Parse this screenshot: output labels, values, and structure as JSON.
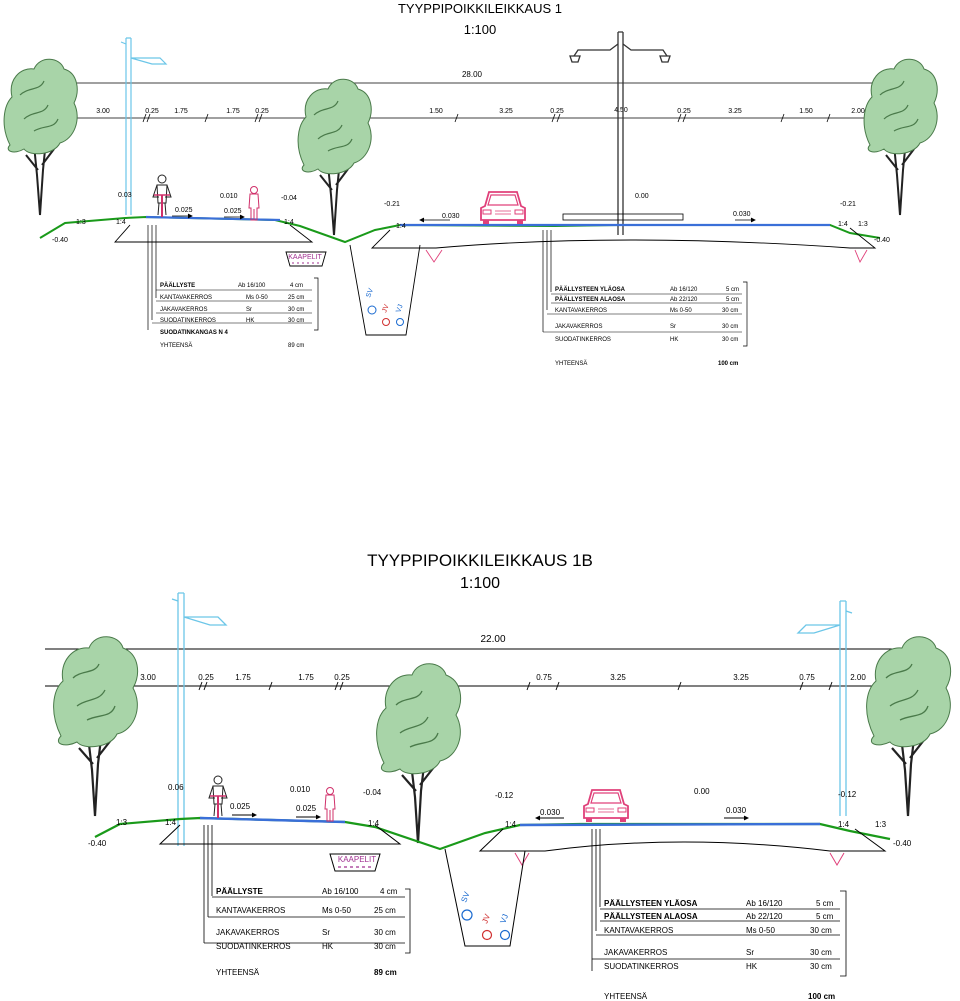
{
  "section1": {
    "title": "TYYPPIPOIKKILEIKKAUS 1",
    "scale": "1:100",
    "total_width": "28.00",
    "segments": [
      "3.00",
      "0.25",
      "1.75",
      "1.75",
      "0.25",
      "1.50",
      "3.25",
      "0.25",
      "4.50",
      "0.25",
      "3.25",
      "1.50",
      "2.00"
    ],
    "levels": {
      "path_left": "0.03",
      "path_mid": "0.010",
      "path_right": "-0.04",
      "road_left": "-0.21",
      "road_center": "0.00",
      "road_right": "-0.21",
      "edge_left": "-0.40",
      "edge_right": "-0.40"
    },
    "slopes": {
      "path_a": "0.025",
      "path_b": "0.025",
      "road_a": "0.030",
      "road_b": "0.030",
      "s13_left": "1:3",
      "s14_a": "1:4",
      "s14_b": "1:4",
      "s14_c": "1:4",
      "s14_d": "1:4",
      "s13_right": "1:3"
    },
    "cables": "KAAPELIT",
    "pipes": [
      "SV",
      "JV",
      "VJ"
    ],
    "path_layers": [
      {
        "name": "PÄÄLLYSTE",
        "material": "Ab 16/100",
        "thickness": "4 cm"
      },
      {
        "name": "KANTAVAKERROS",
        "material": "Ms   0-50",
        "thickness": "25 cm"
      },
      {
        "name": "JAKAVAKERROS",
        "material": "Sr",
        "thickness": "30 cm"
      },
      {
        "name": "SUODATINKERROS",
        "material": "HK",
        "thickness": "30 cm"
      },
      {
        "name": "SUODATINKANGAS N 4",
        "material": "",
        "thickness": ""
      }
    ],
    "path_total": {
      "name": "YHTEENSÄ",
      "thickness": "89 cm"
    },
    "road_layers": [
      {
        "name": "PÄÄLLYSTEEN YLÄOSA",
        "material": "Ab 16/120",
        "thickness": "5 cm"
      },
      {
        "name": "PÄÄLLYSTEEN ALAOSA",
        "material": "Ab 22/120",
        "thickness": "5 cm"
      },
      {
        "name": "KANTAVAKERROS",
        "material": "Ms 0-50",
        "thickness": "30 cm"
      },
      {
        "name": "JAKAVAKERROS",
        "material": "Sr",
        "thickness": "30 cm"
      },
      {
        "name": "SUODATINKERROS",
        "material": "HK",
        "thickness": "30 cm"
      }
    ],
    "road_total": {
      "name": "YHTEENSÄ",
      "thickness": "100 cm"
    }
  },
  "section2": {
    "title": "TYYPPIPOIKKILEIKKAUS 1B",
    "scale": "1:100",
    "total_width": "22.00",
    "segments": [
      "3.00",
      "0.25",
      "1.75",
      "1.75",
      "0.25",
      "0.75",
      "3.25",
      "3.25",
      "0.75",
      "2.00"
    ],
    "levels": {
      "path_left": "0.06",
      "path_mid": "0.010",
      "path_right": "-0.04",
      "road_left": "-0.12",
      "road_center": "0.00",
      "road_right": "-0.12",
      "edge_left": "-0.40",
      "edge_right": "-0.40"
    },
    "slopes": {
      "path_a": "0.025",
      "path_b": "0.025",
      "road_a": "0.030",
      "road_b": "0.030",
      "s13_left": "1:3",
      "s14_a": "1:4",
      "s14_b": "1:4",
      "s14_c": "1:4",
      "s14_d": "1:4",
      "s13_right": "1:3"
    },
    "cables": "KAAPELIT",
    "pipes": [
      "SV",
      "JV",
      "VJ"
    ],
    "path_layers": [
      {
        "name": "PÄÄLLYSTE",
        "material": "Ab 16/100",
        "thickness": "4 cm"
      },
      {
        "name": "KANTAVAKERROS",
        "material": "Ms   0-50",
        "thickness": "25 cm"
      },
      {
        "name": "JAKAVAKERROS",
        "material": "Sr",
        "thickness": "30 cm"
      },
      {
        "name": "SUODATINKERROS",
        "material": "HK",
        "thickness": "30 cm"
      }
    ],
    "path_total": {
      "name": "YHTEENSÄ",
      "thickness": "89 cm"
    },
    "road_layers": [
      {
        "name": "PÄÄLLYSTEEN YLÄOSA",
        "material": "Ab 16/120",
        "thickness": "5 cm"
      },
      {
        "name": "PÄÄLLYSTEEN ALAOSA",
        "material": "Ab 22/120",
        "thickness": "5 cm"
      },
      {
        "name": "KANTAVAKERROS",
        "material": "Ms 0-50",
        "thickness": "30 cm"
      },
      {
        "name": "JAKAVAKERROS",
        "material": "Sr",
        "thickness": "30 cm"
      },
      {
        "name": "SUODATINKERROS",
        "material": "HK",
        "thickness": "30 cm"
      }
    ],
    "road_total": {
      "name": "YHTEENSÄ",
      "thickness": "100 cm"
    }
  },
  "colors": {
    "ground": "#1a9a1a",
    "surface": "#3a6fd8",
    "tree_canopy": "#a8d4a8",
    "tree_outline": "#4a7a4a",
    "light_pole": "#6cc6e8",
    "cyclist": "#d0306a",
    "car": "#e0407a",
    "pipe_sv": "#1a6ad0",
    "pipe_jv": "#d03030",
    "pipe_vj": "#1a6ad0"
  }
}
